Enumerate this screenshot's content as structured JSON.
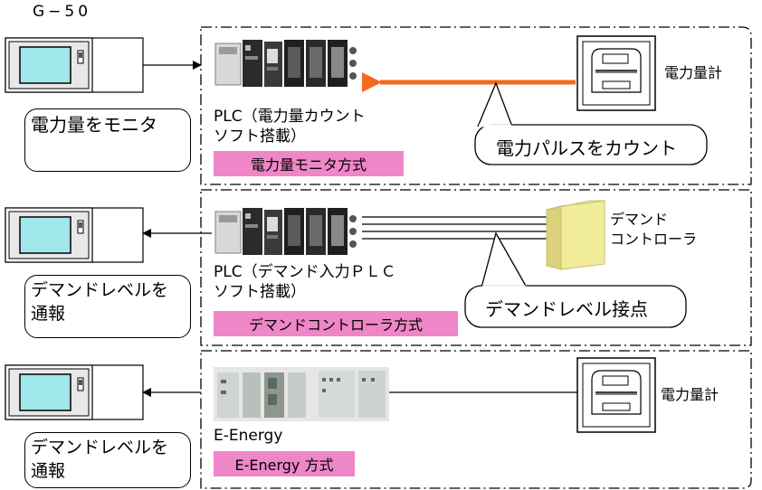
{
  "top_label": "G−50",
  "rows": [
    {
      "bubble_text": "電力量をモニタ",
      "plc_label_line1": "PLC（電力量カウント",
      "plc_label_line2": "ソフト搭載）",
      "method": "電力量モニタ方式",
      "device_label": "電力量計",
      "callout": "電力パルスをカウント",
      "accent_color": "#f26b1d"
    },
    {
      "bubble_text_line1": "デマンドレベルを",
      "bubble_text_line2": "通報",
      "plc_label_line1": "PLC（デマンド入力ＰＬＣ",
      "plc_label_line2": "ソフト搭載）",
      "method": "デマンドコントローラ方式",
      "device_label_line1": "デマンド",
      "device_label_line2": "コントローラ",
      "callout": "デマンドレベル接点"
    },
    {
      "bubble_text_line1": "デマンドレベルを",
      "bubble_text_line2": "通報",
      "plc_label": "E-Energy",
      "method": "E-Energy 方式",
      "device_label": "電力量計"
    }
  ],
  "colors": {
    "method_highlight": "#ef86c7",
    "screen": "#9fe7ea",
    "controller_box": "#f0ec9a"
  },
  "icons": [
    "touch-panel-icon",
    "plc-rack-icon",
    "power-meter-icon",
    "demand-controller-icon",
    "e-energy-unit-icon"
  ]
}
